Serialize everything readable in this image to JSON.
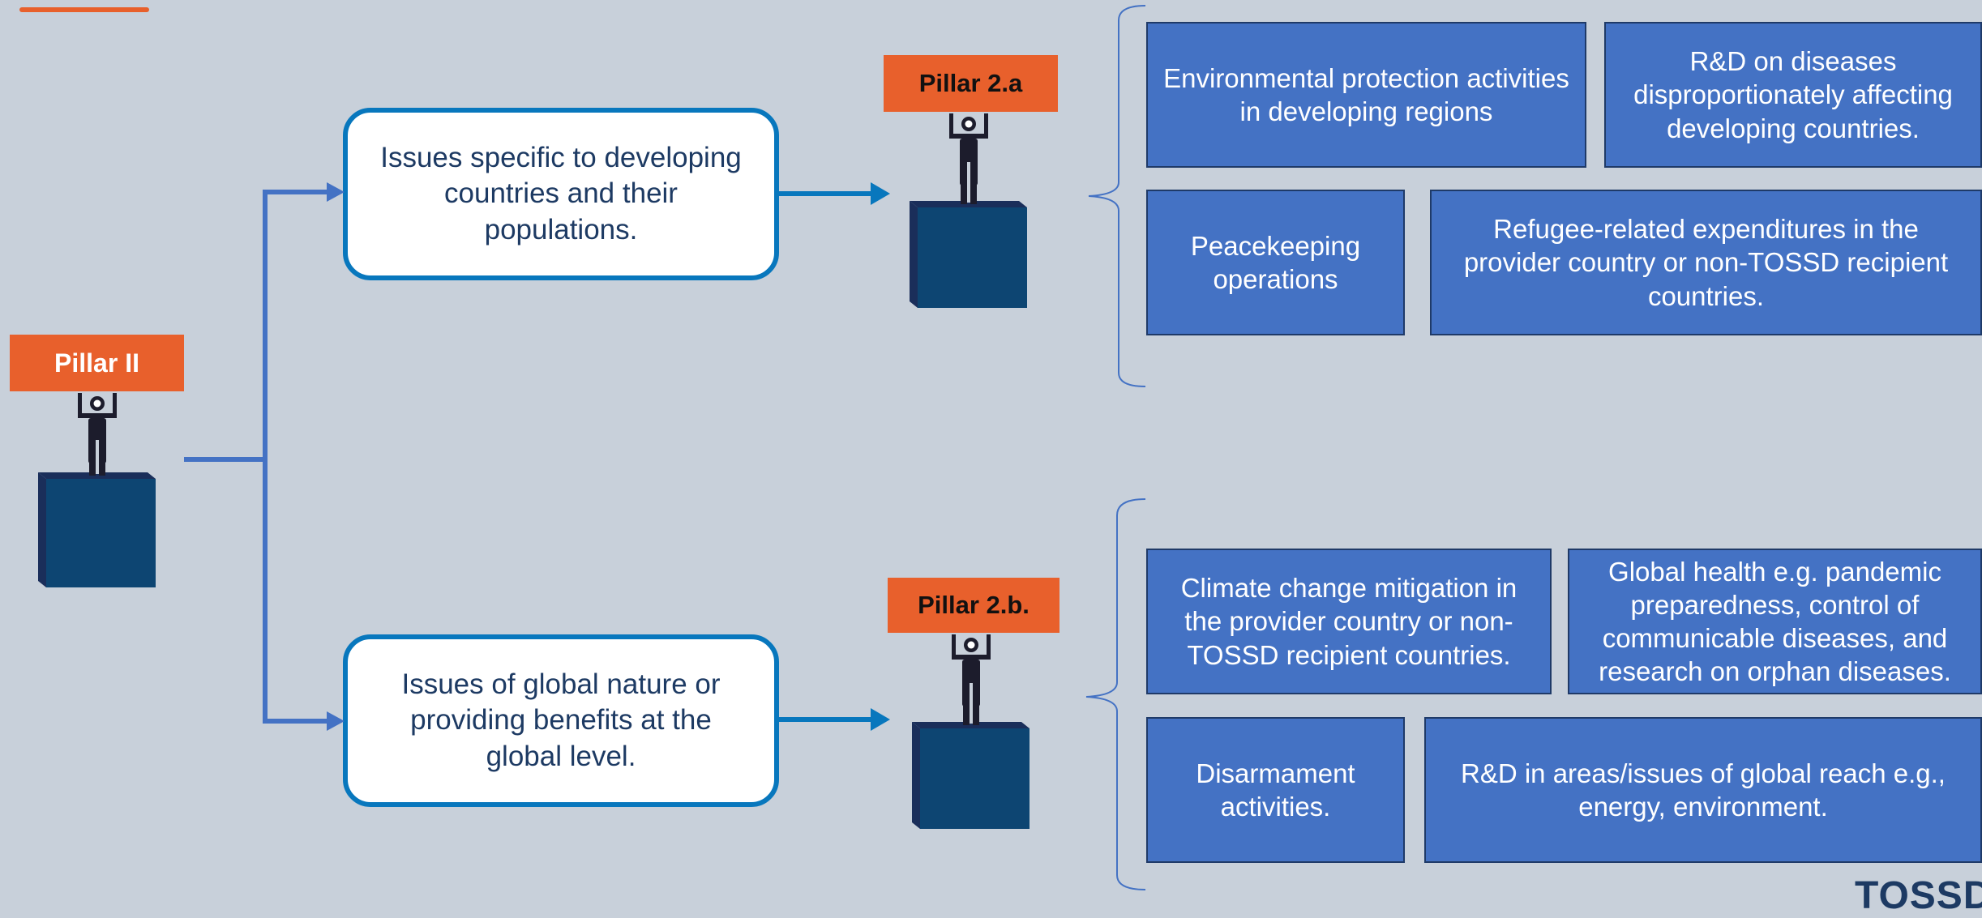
{
  "pillars": {
    "main": "Pillar II",
    "a": "Pillar 2.a",
    "b": "Pillar 2.b."
  },
  "issues": {
    "a": "Issues specific to developing countries and their populations.",
    "b": "Issues of global nature or providing benefits at the global level."
  },
  "categories_a": [
    "Environmental protection activities in developing regions",
    "R&D on diseases disproportionately affecting developing countries.",
    "Peacekeeping operations",
    "Refugee-related expenditures in the provider country or non-TOSSD recipient countries."
  ],
  "categories_b": [
    "Climate change mitigation in the provider country or non-TOSSD recipient countries.",
    "Global health e.g. pandemic preparedness, control of communicable diseases, and research on orphan diseases.",
    "Disarmament activities.",
    "R&D in areas/issues of global reach e.g., energy, environment."
  ],
  "logo": "TOSSD",
  "colors": {
    "background": "#c8d0da",
    "pillar_orange": "#e8602c",
    "box_blue": "#4472c4",
    "connector_blue": "#0877bd",
    "cube_dark": "#0d4572"
  }
}
